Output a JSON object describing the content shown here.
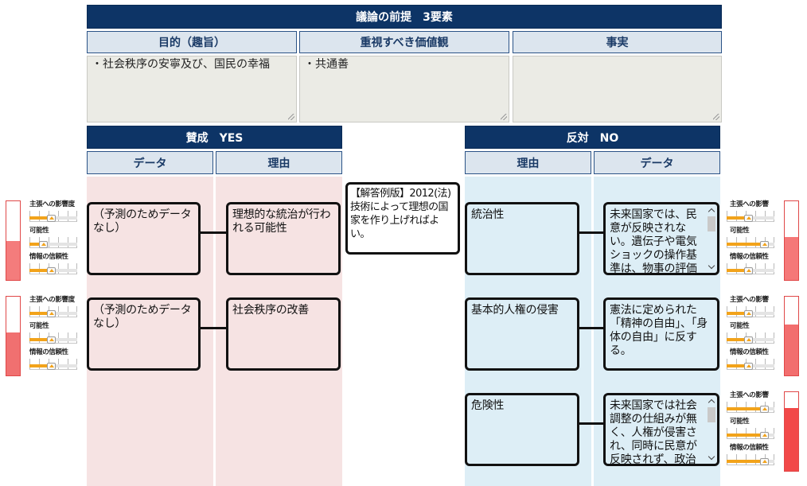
{
  "premise": {
    "title": "議論の前提　3要素",
    "columns": [
      {
        "label": "目的（趣旨）",
        "text": "・社会秩序の安寧及び、国民の幸福"
      },
      {
        "label": "重視すべき価値観",
        "text": "・共通善"
      },
      {
        "label": "事実",
        "text": ""
      }
    ]
  },
  "claim": "【解答例版】2012(法)技術によって理想の国家を作り上げればよい。",
  "pro": {
    "title": "賛成　YES",
    "data_header": "データ",
    "reason_header": "理由",
    "rating_labels": [
      "主張への影響度",
      "可能性",
      "情報の信頼性"
    ],
    "rows": [
      {
        "data": "（予測のためデータなし）",
        "reason": "理想的な統治が行われる可能性",
        "gauge": 0.5,
        "gauge_color": "#f47c7c",
        "ratings": [
          0.45,
          0.25,
          0.45
        ]
      },
      {
        "data": "（予測のためデータなし）",
        "reason": "社会秩序の改善",
        "gauge": 0.55,
        "gauge_color": "#f07070",
        "ratings": [
          0.45,
          0.45,
          0.45
        ]
      }
    ]
  },
  "con": {
    "title": "反対　NO",
    "reason_header": "理由",
    "data_header": "データ",
    "rating_labels": [
      "主張への影響",
      "可能性",
      "情報の信頼性"
    ],
    "rows": [
      {
        "reason": "統治性",
        "data": "未来国家では、民意が反映されない。遺伝子や電気ショックの操作基準は、物事の評価基準そのもの",
        "gauge": 0.55,
        "gauge_color": "#f57878",
        "ratings": [
          0.45,
          0.85,
          0.45
        ]
      },
      {
        "reason": "基本的人権の侵害",
        "data": "憲法に定められた「精神の自由」、「身体の自由」に反する。",
        "gauge": 0.65,
        "gauge_color": "#f26e6e",
        "ratings": [
          0.45,
          0.45,
          0.45
        ]
      },
      {
        "reason": "危険性",
        "data": "未来国家では社会調整の仕組みが無く、人権が侵害され、同時に民意が反映されず、政治から哲学",
        "gauge": 0.8,
        "gauge_color": "#f24848",
        "ratings": [
          0.85,
          0.85,
          0.85
        ]
      }
    ]
  },
  "colors": {
    "header_navy": "#0d3466",
    "subheader": "#dce5ee",
    "pro_column": "#f6e3e3",
    "con_column": "#ddeef6",
    "textarea": "#ebebe5",
    "slider_orange": "#f2a31b",
    "gauge_border": "#e04848"
  }
}
